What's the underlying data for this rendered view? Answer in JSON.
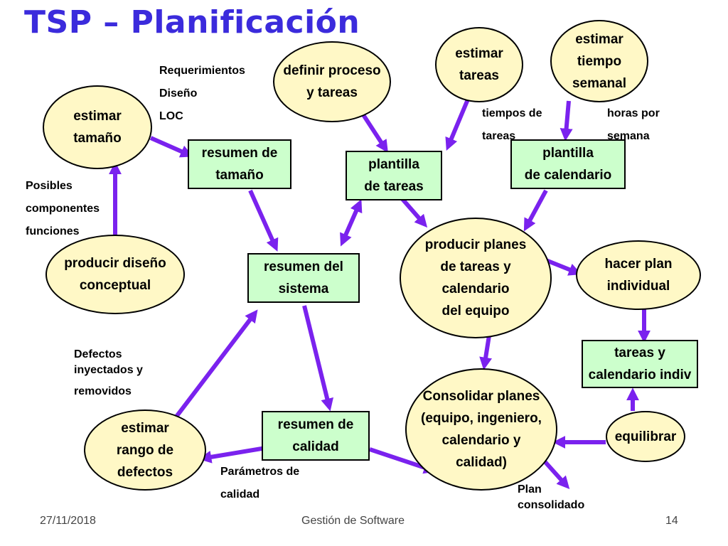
{
  "slide": {
    "title": "TSP – Planificación"
  },
  "nodes": {
    "estimar_tamano": [
      "estimar",
      "tamaño"
    ],
    "producir_diseno": [
      "producir diseño",
      "conceptual"
    ],
    "definir_proceso": [
      "definir proceso",
      "y tareas"
    ],
    "estimar_tareas": [
      "estimar",
      "tareas"
    ],
    "estimar_tiempo": [
      "estimar",
      "tiempo",
      "semanal"
    ],
    "resumen_tamano": [
      "resumen de",
      "tamaño"
    ],
    "plantilla_tareas": [
      "plantilla",
      "de tareas"
    ],
    "plantilla_calendario": [
      "plantilla",
      "de calendario"
    ],
    "resumen_sistema": [
      "resumen del",
      "sistema"
    ],
    "producir_planes": [
      "producir planes",
      "de tareas y",
      "calendario",
      "del equipo"
    ],
    "hacer_plan": [
      "hacer plan",
      "individual"
    ],
    "tareas_calendario": [
      "tareas y",
      "calendario indiv"
    ],
    "consolidar": [
      "Consolidar planes",
      "(equipo, ingeniero,",
      "calendario y",
      "calidad)"
    ],
    "equilibrar": [
      "equilibrar"
    ],
    "estimar_rango": [
      "estimar",
      "rango de",
      "defectos"
    ],
    "resumen_calidad": [
      "resumen de",
      "calidad"
    ]
  },
  "notes": {
    "requerimientos": [
      "Requerimientos",
      "Diseño",
      "LOC"
    ],
    "posibles": [
      "Posibles",
      "componentes",
      "funciones"
    ],
    "tiempos": [
      "tiempos de",
      "tareas"
    ],
    "horas": [
      "horas por",
      "semana"
    ],
    "defectos": [
      "Defectos",
      "inyectados y",
      "removidos"
    ],
    "parametros": [
      "Parámetros de",
      "calidad"
    ],
    "plan": [
      "Plan",
      "consolidado"
    ]
  },
  "footer": {
    "date": "27/11/2018",
    "course": "Gestión de Software",
    "page": "14"
  },
  "colors": {
    "title": "#3b2bdc",
    "arrow": "#7a22ee",
    "ellipse_fill": "#fff8c6",
    "box_fill": "#ccffcc"
  }
}
